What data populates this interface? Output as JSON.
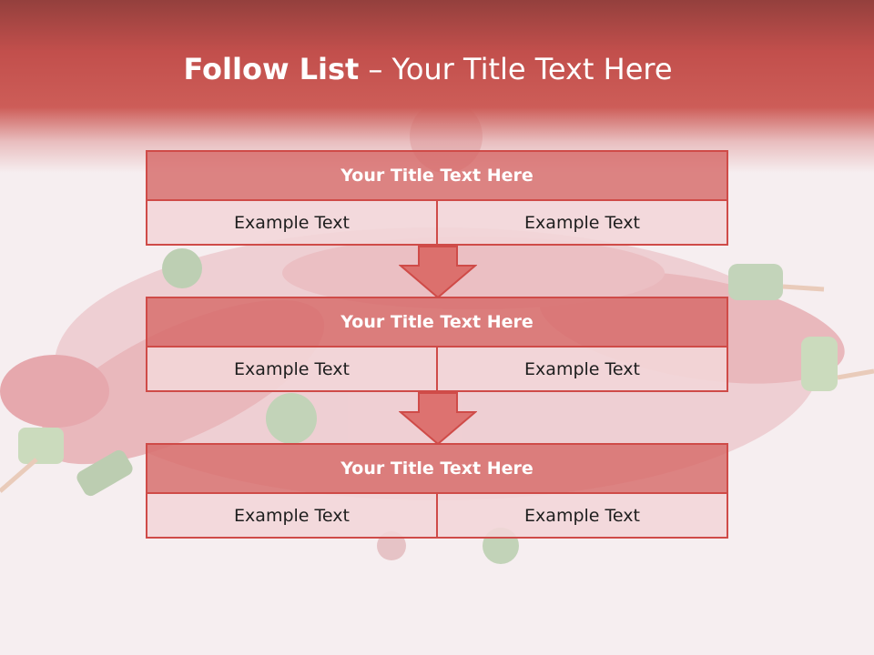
{
  "slide": {
    "title_bold": "Follow List",
    "title_rest": "– Your Title Text Here"
  },
  "steps": [
    {
      "title": "Your Title Text Here",
      "left": "Example Text",
      "right": "Example Text"
    },
    {
      "title": "Your Title Text Here",
      "left": "Example Text",
      "right": "Example Text"
    },
    {
      "title": "Your Title Text Here",
      "left": "Example Text",
      "right": "Example Text"
    }
  ],
  "colors": {
    "header": "#c24f4c",
    "accent_border": "#cf4b48",
    "title_fill": "#d66866",
    "cell_fill": "#f3d6d8",
    "arrow_fill": "#d9615e"
  },
  "icons": [
    "down-arrow-icon"
  ]
}
